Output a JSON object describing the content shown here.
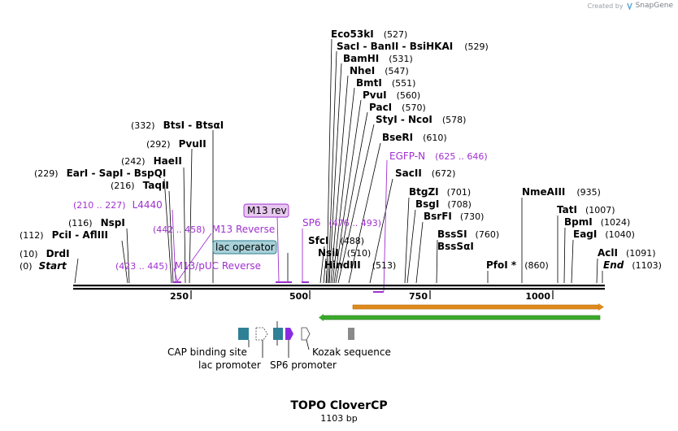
{
  "credit": {
    "prefix": "Created by",
    "brand": "SnapGene"
  },
  "title": "TOPO CloverCP",
  "length_label": "1103 bp",
  "ruler_ticks": [
    "250",
    "500",
    "750",
    "1000"
  ],
  "colors": {
    "enzyme_text": "#000000",
    "primer": "#a030d0",
    "primer_box_fill": "#e8c8f0",
    "lac_operator_fill": "#a8d0d8",
    "feature_teal": "#2e8096",
    "orange_arrow": "#e08a1c",
    "green_arrow": "#3caa2c"
  },
  "enzymes": [
    {
      "name": "DrdI",
      "pos": "(10)"
    },
    {
      "name": "Start",
      "pos": "(0)",
      "italic": true
    },
    {
      "name": "PciI - AflIII",
      "pos": "(112)"
    },
    {
      "name": "NspI",
      "pos": "(116)"
    },
    {
      "name": "EarI - SapI - BspQI",
      "pos": "(229)"
    },
    {
      "name": "TaqII",
      "pos": "(216)"
    },
    {
      "name": "HaeII",
      "pos": "(242)"
    },
    {
      "name": "PvuII",
      "pos": "(292)"
    },
    {
      "name": "BtsI - BtsαI",
      "pos": "(332)"
    },
    {
      "name": "Eco53kI",
      "pos": "(527)"
    },
    {
      "name": "SacI - BanII - BsiHKAI",
      "pos": "(529)"
    },
    {
      "name": "BamHI",
      "pos": "(531)"
    },
    {
      "name": "NheI",
      "pos": "(547)"
    },
    {
      "name": "BmtI",
      "pos": "(551)"
    },
    {
      "name": "PvuI",
      "pos": "(560)"
    },
    {
      "name": "PacI",
      "pos": "(570)"
    },
    {
      "name": "StyI - NcoI",
      "pos": "(578)"
    },
    {
      "name": "BseRI",
      "pos": "(610)"
    },
    {
      "name": "SacII",
      "pos": "(672)"
    },
    {
      "name": "BtgZI",
      "pos": "(701)"
    },
    {
      "name": "BsgI",
      "pos": "(708)"
    },
    {
      "name": "BsrFI",
      "pos": "(730)"
    },
    {
      "name": "BssSI",
      "pos": "(760)"
    },
    {
      "name": "BssSαI",
      "pos": ""
    },
    {
      "name": "SfcI",
      "pos": "(488)"
    },
    {
      "name": "NsiI",
      "pos": "(510)"
    },
    {
      "name": "HindIII",
      "pos": "(513)"
    },
    {
      "name": "PfoI *",
      "pos": "(860)"
    },
    {
      "name": "NmeAIII",
      "pos": "(935)"
    },
    {
      "name": "TatI",
      "pos": "(1007)"
    },
    {
      "name": "BpmI",
      "pos": "(1024)"
    },
    {
      "name": "EagI",
      "pos": "(1040)"
    },
    {
      "name": "AclI",
      "pos": "(1091)"
    },
    {
      "name": "End",
      "pos": "(1103)",
      "italic": true
    }
  ],
  "primers": [
    {
      "range": "(210 .. 227)",
      "name": "L4440"
    },
    {
      "range": "(442 .. 458)",
      "name": "M13 Reverse"
    },
    {
      "range": "(423 .. 445)",
      "name": "M13/pUC Reverse"
    },
    {
      "range": "(476 .. 493)",
      "name": "SP6",
      "name_first": true
    },
    {
      "range": "(625 .. 646)",
      "name": "EGFP-N",
      "name_first": true
    }
  ],
  "boxed_labels": {
    "m13_rev": "M13 rev",
    "lac_operator": "lac operator"
  },
  "features": {
    "cap_binding_site": "CAP binding site",
    "lac_promoter": "lac promoter",
    "sp6_promoter": "SP6 promoter",
    "kozak_sequence": "Kozak sequence"
  }
}
